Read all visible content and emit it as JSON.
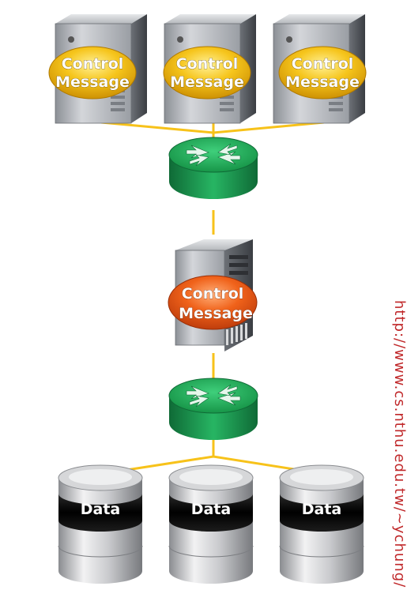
{
  "servers": [
    {
      "label_line1": "Control",
      "label_line2": "Message"
    },
    {
      "label_line1": "Control",
      "label_line2": "Message"
    },
    {
      "label_line1": "Control",
      "label_line2": "Message"
    }
  ],
  "middle_server": {
    "label_line1": "Control",
    "label_line2": "Message"
  },
  "databases": [
    {
      "label": "Data"
    },
    {
      "label": "Data"
    },
    {
      "label": "Data"
    }
  ],
  "watermark": "http://www.cs.nthu.edu.tw/~ychung/",
  "colors": {
    "link": "#f7c21a",
    "router_green": "#1e9a52",
    "badge_yellow": "#f0b400",
    "badge_orange": "#e8520e",
    "watermark": "#c0282a"
  }
}
